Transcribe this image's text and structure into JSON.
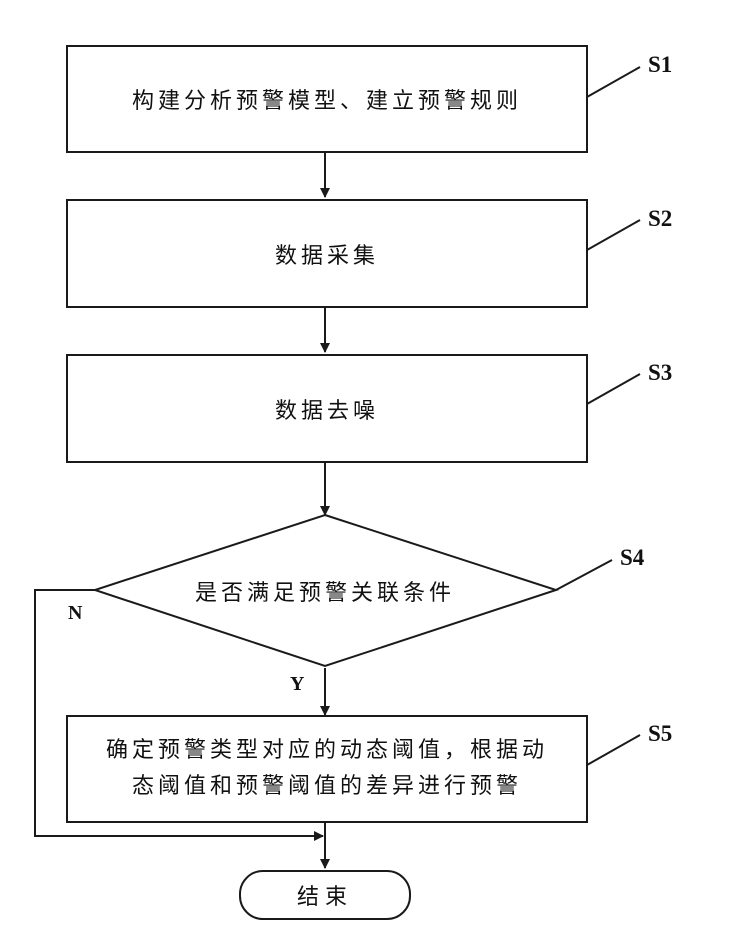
{
  "steps": [
    {
      "id": "S1",
      "text": "构建分析预警模型、建立预警规则"
    },
    {
      "id": "S2",
      "text": "数据采集"
    },
    {
      "id": "S3",
      "text": "数据去噪"
    },
    {
      "id": "S4",
      "text": "是否满足预警关联条件"
    },
    {
      "id": "S5",
      "line1": "确定预警类型对应的动态阈值，根据动",
      "line2": "态阈值和预警阈值的差异进行预警"
    }
  ],
  "branches": {
    "yes": "Y",
    "no": "N"
  },
  "end": {
    "text": "结束"
  },
  "colors": {
    "line": "#1a1a1a",
    "background": "#ffffff"
  }
}
